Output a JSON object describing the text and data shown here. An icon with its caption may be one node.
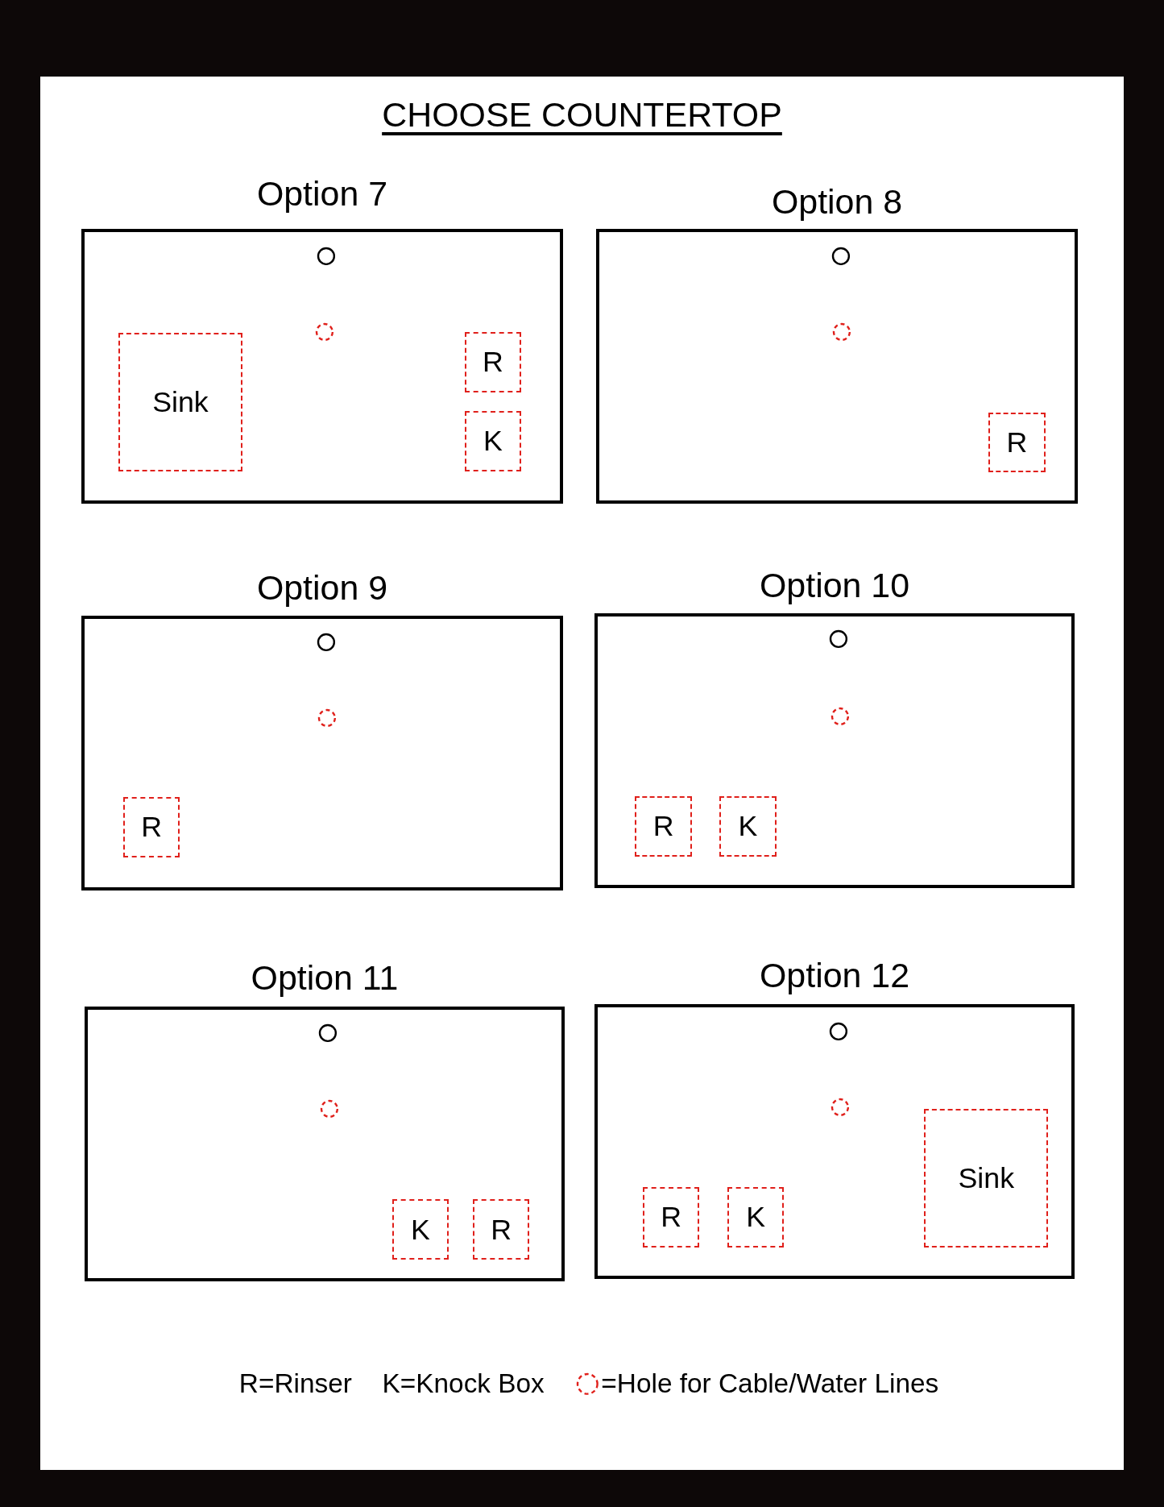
{
  "diagram": {
    "title": "CHOOSE COUNTERTOP",
    "nodes": [
      {
        "text": [
          "Option 7"
        ]
      },
      {
        "text": [],
        "shape": "circle",
        "in": 0
      },
      {
        "text": [],
        "shape": "circle",
        "in": 0
      },
      {
        "text": [
          "Sink"
        ],
        "in": 0
      },
      {
        "text": [
          "R"
        ],
        "in": 0
      },
      {
        "text": [
          "K"
        ],
        "in": 0
      },
      {
        "text": [
          "Option 8"
        ]
      },
      {
        "text": [],
        "shape": "circle",
        "in": 6
      },
      {
        "text": [],
        "shape": "circle",
        "in": 6
      },
      {
        "text": [
          "R"
        ],
        "in": 6
      },
      {
        "text": [
          "Option 9"
        ]
      },
      {
        "text": [],
        "shape": "circle",
        "in": 10
      },
      {
        "text": [],
        "shape": "circle",
        "in": 10
      },
      {
        "text": [
          "R"
        ],
        "in": 10
      },
      {
        "text": [
          "Option 10"
        ]
      },
      {
        "text": [],
        "shape": "circle",
        "in": 14
      },
      {
        "text": [],
        "shape": "circle",
        "in": 14
      },
      {
        "text": [
          "R"
        ],
        "in": 14
      },
      {
        "text": [
          "K"
        ],
        "in": 14
      },
      {
        "text": [
          "Option 11"
        ]
      },
      {
        "text": [],
        "shape": "circle",
        "in": 19
      },
      {
        "text": [],
        "shape": "circle",
        "in": 19
      },
      {
        "text": [
          "K"
        ],
        "in": 19
      },
      {
        "text": [
          "R"
        ],
        "in": 19
      },
      {
        "text": [
          "Option 12"
        ]
      },
      {
        "text": [],
        "shape": "circle",
        "in": 24
      },
      {
        "text": [],
        "shape": "circle",
        "in": 24
      },
      {
        "text": [
          "R"
        ],
        "in": 24
      },
      {
        "text": [
          "K"
        ],
        "in": 24
      },
      {
        "text": [
          "Sink"
        ],
        "in": 24
      }
    ],
    "labels": [
      "R=Rinser",
      "K=Knock Box"
    ],
    "legend": [
      {
        "text": "=Hole for Cable/Water Lines"
      }
    ]
  }
}
